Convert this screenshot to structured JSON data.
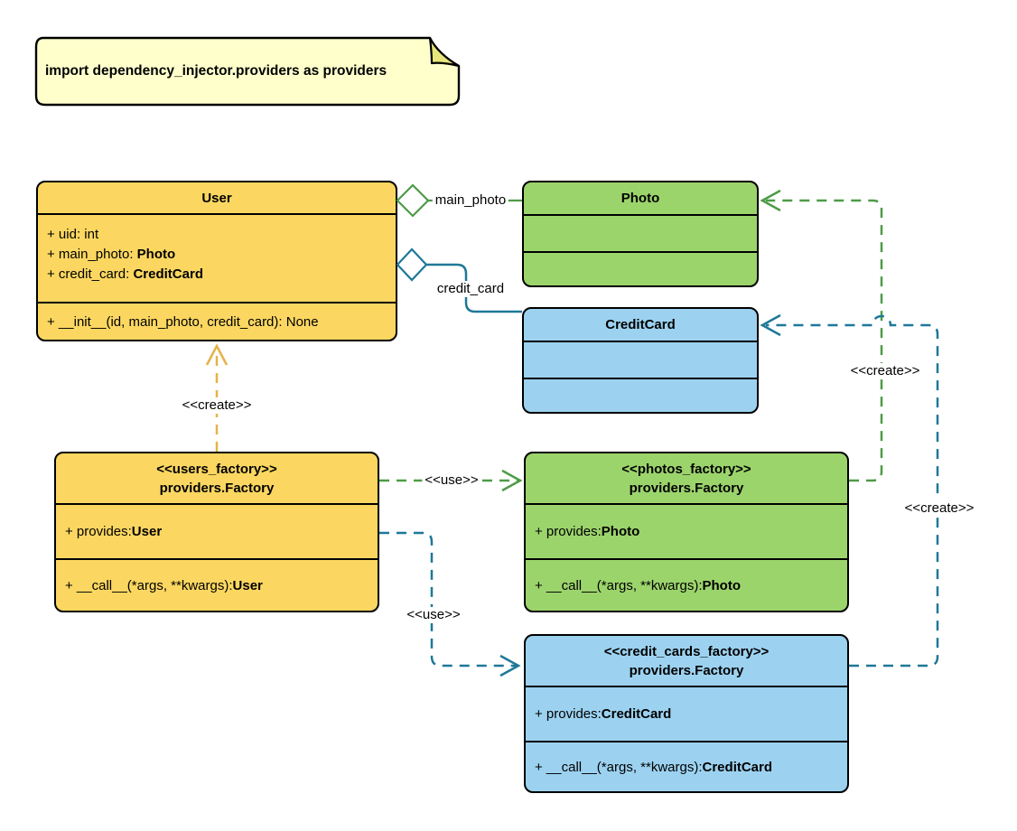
{
  "note": {
    "text": "import dependency_injector.providers as providers"
  },
  "classes": {
    "user": {
      "title": "User",
      "attributes": [
        {
          "text": "+ uid: int",
          "bold": ""
        },
        {
          "text": "+ main_photo: ",
          "bold": "Photo"
        },
        {
          "text": "+ credit_card: ",
          "bold": "CreditCard"
        }
      ],
      "methods": [
        {
          "text": "+ __init__(id, main_photo, credit_card): None",
          "bold": ""
        }
      ]
    },
    "photo": {
      "title": "Photo"
    },
    "credit_card": {
      "title": "CreditCard"
    },
    "users_factory": {
      "stereotype": "<<users_factory>>",
      "title": "providers.Factory",
      "attributes": [
        {
          "text": "+ provides: ",
          "bold": "User"
        }
      ],
      "methods": [
        {
          "text": "+ __call__(*args, **kwargs): ",
          "bold": "User"
        }
      ]
    },
    "photos_factory": {
      "stereotype": "<<photos_factory>>",
      "title": "providers.Factory",
      "attributes": [
        {
          "text": "+ provides: ",
          "bold": "Photo"
        }
      ],
      "methods": [
        {
          "text": "+ __call__(*args, **kwargs): ",
          "bold": "Photo"
        }
      ]
    },
    "credit_cards_factory": {
      "stereotype": "<<credit_cards_factory>>",
      "title": "providers.Factory",
      "attributes": [
        {
          "text": "+ provides: ",
          "bold": "CreditCard"
        }
      ],
      "methods": [
        {
          "text": "+ __call__(*args, **kwargs): ",
          "bold": "CreditCard"
        }
      ]
    }
  },
  "edges": {
    "main_photo_label": "main_photo",
    "credit_card_label": "credit_card",
    "create_label": "<<create>>",
    "use_label": "<<use>>"
  },
  "colors": {
    "class_yellow": "#FBD761",
    "class_green": "#9CD46C",
    "class_blue": "#9CD2F0",
    "note_yellow": "#FFFFCC",
    "note_fold": "#E6E67C",
    "edge_yellow": "#E3B347",
    "edge_green": "#4E9B47",
    "edge_blue": "#1E7898",
    "border_black": "#000000"
  }
}
